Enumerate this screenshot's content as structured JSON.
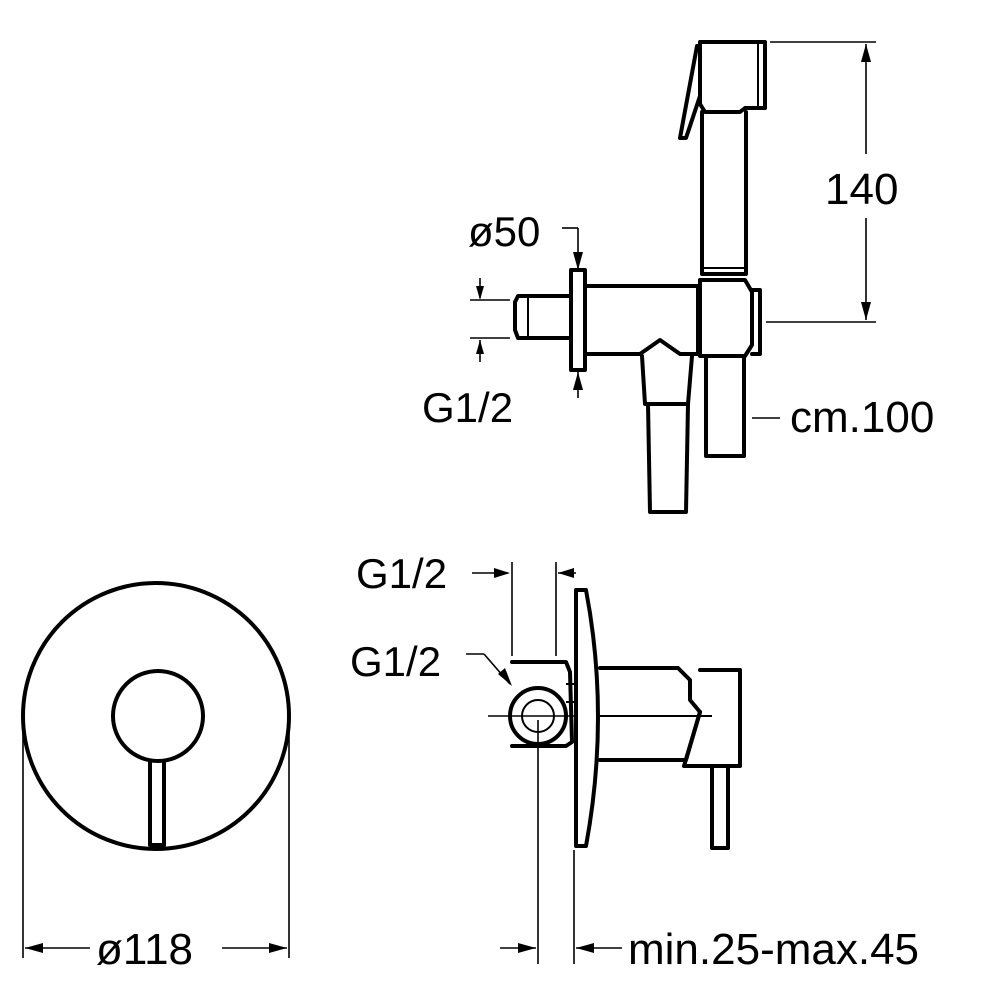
{
  "labels": {
    "height_140": "140",
    "diameter_50": "ø50",
    "thread_side": "G1/2",
    "hose_length": "cm.100",
    "thread_top": "G1/2",
    "thread_inlet": "G1/2",
    "diameter_118": "ø118",
    "wall_depth": "min.25-max.45"
  }
}
